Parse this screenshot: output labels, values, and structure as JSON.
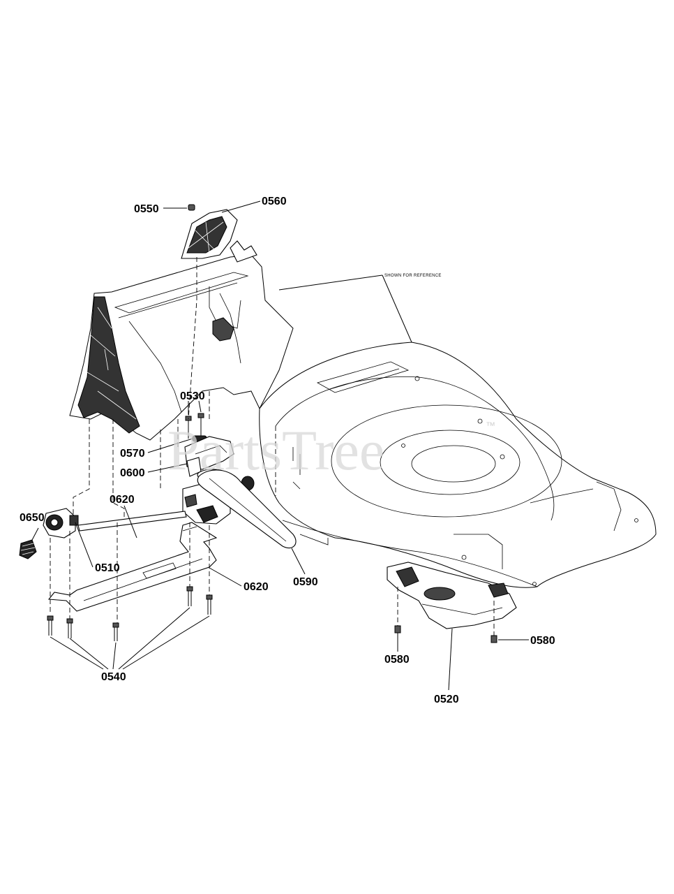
{
  "labels": {
    "p0550": "0550",
    "p0560": "0560",
    "p0530": "0530",
    "p0570": "0570",
    "p0600": "0600",
    "p0620a": "0620",
    "p0650": "0650",
    "p0510": "0510",
    "p0620b": "0620",
    "p0590": "0590",
    "p0540": "0540",
    "p0580a": "0580",
    "p0580b": "0580",
    "p0520": "0520"
  },
  "note": "SHOWN FOR REFERENCE",
  "watermark": {
    "text": "PartsTree",
    "tm": "™"
  }
}
